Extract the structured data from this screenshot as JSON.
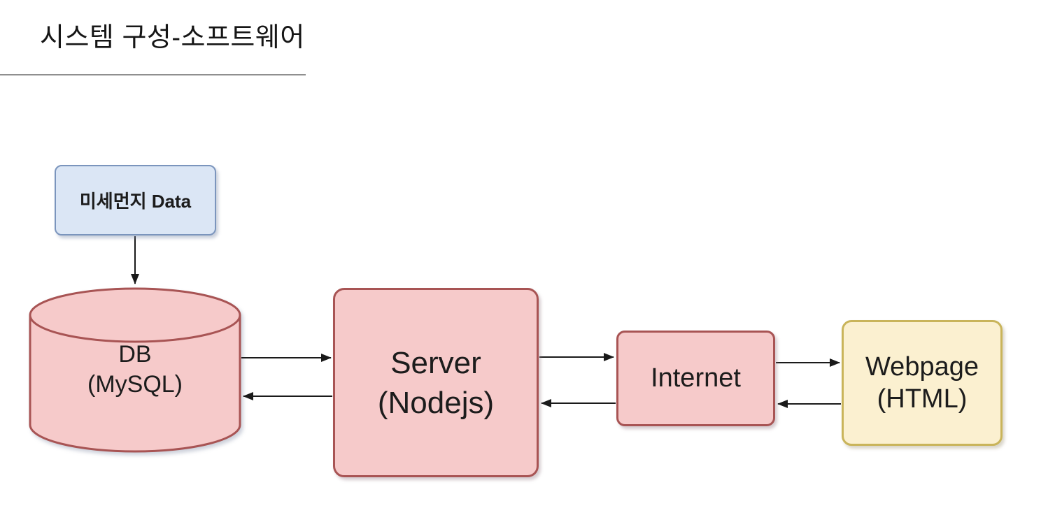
{
  "page": {
    "title": "시스템 구성-소프트웨어",
    "background": "#ffffff"
  },
  "nodes": {
    "dust": {
      "label": "미세먼지 Data",
      "shape": "rounded-rect",
      "fill": "#dbe6f5",
      "border": "#7b95bd"
    },
    "db": {
      "line1": "DB",
      "line2": "(MySQL)",
      "shape": "cylinder",
      "fill": "#f6caca",
      "border": "#a85454"
    },
    "server": {
      "line1": "Server",
      "line2": "(Nodejs)",
      "shape": "rounded-rect",
      "fill": "#f6caca",
      "border": "#a85454"
    },
    "internet": {
      "label": "Internet",
      "shape": "rounded-rect",
      "fill": "#f6caca",
      "border": "#a85454"
    },
    "webpage": {
      "line1": "Webpage",
      "line2": "(HTML)",
      "shape": "rounded-rect",
      "fill": "#fbf0d0",
      "border": "#c9b45a"
    }
  },
  "edges": [
    {
      "from": "dust",
      "to": "db",
      "direction": "down"
    },
    {
      "from": "db",
      "to": "server",
      "direction": "right"
    },
    {
      "from": "server",
      "to": "db",
      "direction": "left"
    },
    {
      "from": "server",
      "to": "internet",
      "direction": "right"
    },
    {
      "from": "internet",
      "to": "server",
      "direction": "left"
    },
    {
      "from": "internet",
      "to": "webpage",
      "direction": "right"
    },
    {
      "from": "webpage",
      "to": "internet",
      "direction": "left"
    }
  ],
  "arrow_color": "#1a1a1a",
  "title_rule_color": "#8f8f8f"
}
